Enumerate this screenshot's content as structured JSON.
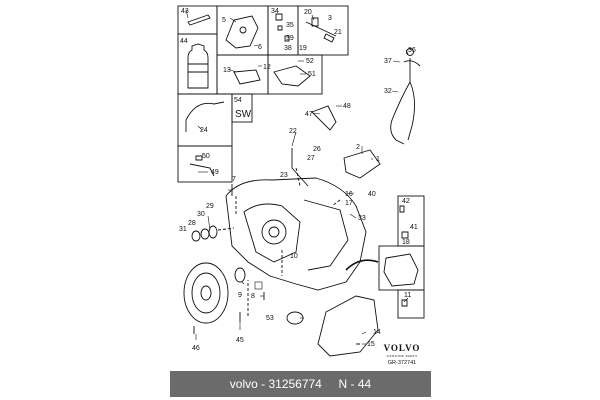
{
  "caption": {
    "brand": "volvo",
    "sep": " - ",
    "part_number": "31256774",
    "gap": "     ",
    "ref": "N - 44"
  },
  "logo": {
    "brand": "VOLVO",
    "subtitle": "GENUINE PARTS",
    "code": "GR-372741"
  },
  "sw_label": "SW",
  "callouts": {
    "n43": "43",
    "n44": "44",
    "n5": "5",
    "n34": "34",
    "n35": "35",
    "n20": "20",
    "n3": "3",
    "n21": "21",
    "n6": "6",
    "n39": "39",
    "n38": "38",
    "n19": "19",
    "n12": "12",
    "n13": "13",
    "n52": "52",
    "n51": "51",
    "n54": "54",
    "n24": "24",
    "n50": "50",
    "n49": "49",
    "n36": "36",
    "n37": "37",
    "n32": "32",
    "n48": "48",
    "n47": "47",
    "n22": "22",
    "n26": "26",
    "n27": "27",
    "n2": "2",
    "n1": "1",
    "n23": "23",
    "n40": "40",
    "n16": "16",
    "n17": "17",
    "n33": "33",
    "n7": "7",
    "n29": "29",
    "n30": "30",
    "n28": "28",
    "n31": "31",
    "n10": "10",
    "n42": "42",
    "n41": "41",
    "n18": "18",
    "n9": "9",
    "n8": "8",
    "n11": "11",
    "n53": "53",
    "n45": "45",
    "n14": "14",
    "n15": "15",
    "n46": "46"
  }
}
